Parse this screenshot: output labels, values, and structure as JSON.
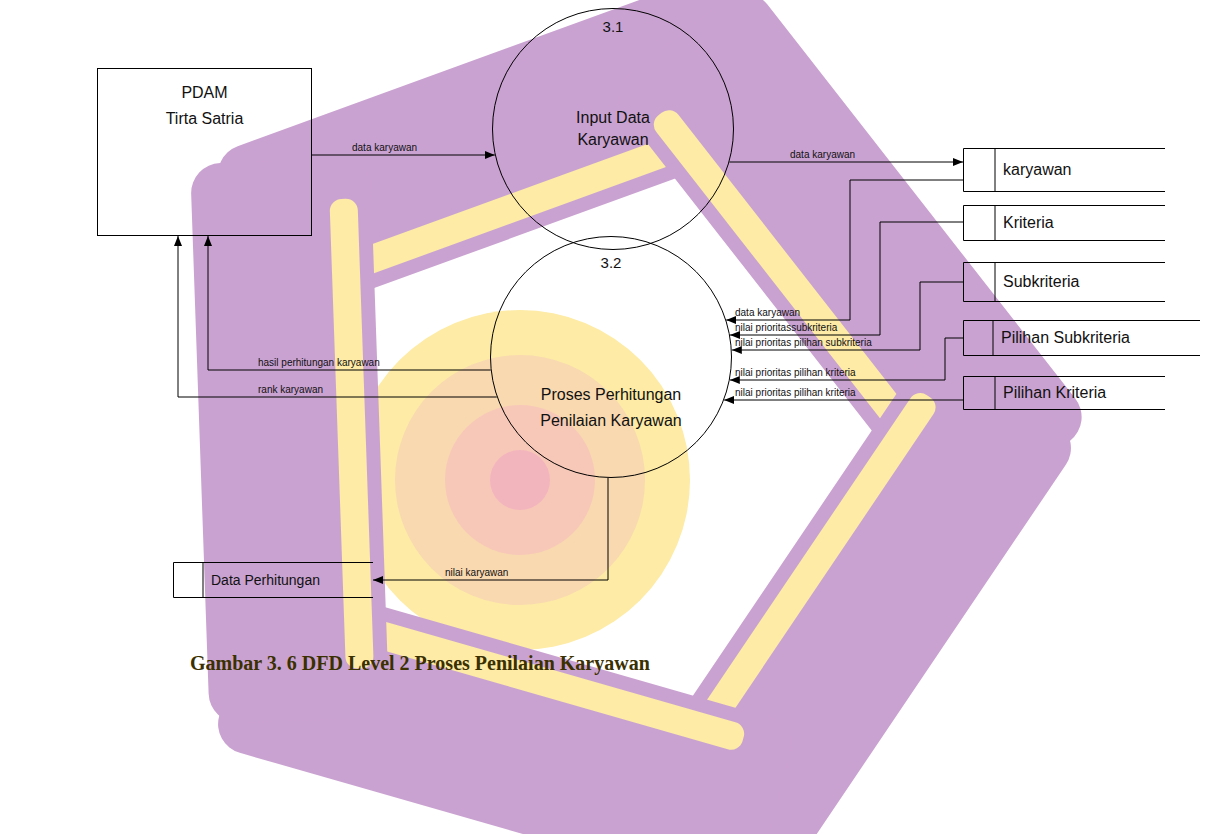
{
  "diagram": {
    "caption": "Gambar 3. 6 DFD Level 2 Proses Penilaian Karyawan",
    "nodes": [
      {
        "text": [
          "PDAM Tirta Satria"
        ]
      },
      {
        "text": [
          "3.1",
          "Input Data Karyawan"
        ]
      },
      {
        "text": [
          "3.2",
          "Proses Perhitungan Penilaian Karyawan"
        ]
      },
      {
        "text": [
          "karyawan"
        ]
      },
      {
        "text": [
          "Kriteria"
        ]
      },
      {
        "text": [
          "Subkriteria"
        ]
      },
      {
        "text": [
          "Pilihan Subkriteria"
        ]
      },
      {
        "text": [
          "Pilihan Kriteria"
        ]
      },
      {
        "text": [
          "Data Perhitungan"
        ]
      }
    ],
    "edges": [
      {
        "from": 0,
        "to": 1,
        "label": "data karyawan",
        "arrow": "to"
      },
      {
        "from": 1,
        "to": 3,
        "label": "data karyawan",
        "arrow": "to"
      },
      {
        "from": 3,
        "to": 2,
        "label": "data karyawan",
        "arrow": "to"
      },
      {
        "from": 4,
        "to": 2,
        "label": "nilai prioritassubkriteria",
        "arrow": "to"
      },
      {
        "from": 5,
        "to": 2,
        "label": "nilai prioritas pilihan subkriteria",
        "arrow": "to"
      },
      {
        "from": 6,
        "to": 2,
        "label": "nilai prioritas pilihan kriteria",
        "arrow": "to"
      },
      {
        "from": 7,
        "to": 2,
        "label": "nilai prioritas pilihan kriteria",
        "arrow": "to"
      },
      {
        "from": 2,
        "to": 0,
        "label": "hasil perhitungan karyawan",
        "arrow": "to"
      },
      {
        "from": 2,
        "to": 0,
        "label": "rank karyawan",
        "arrow": "to"
      },
      {
        "from": 2,
        "to": 8,
        "label": "nilai karyawan",
        "arrow": "to"
      }
    ]
  }
}
